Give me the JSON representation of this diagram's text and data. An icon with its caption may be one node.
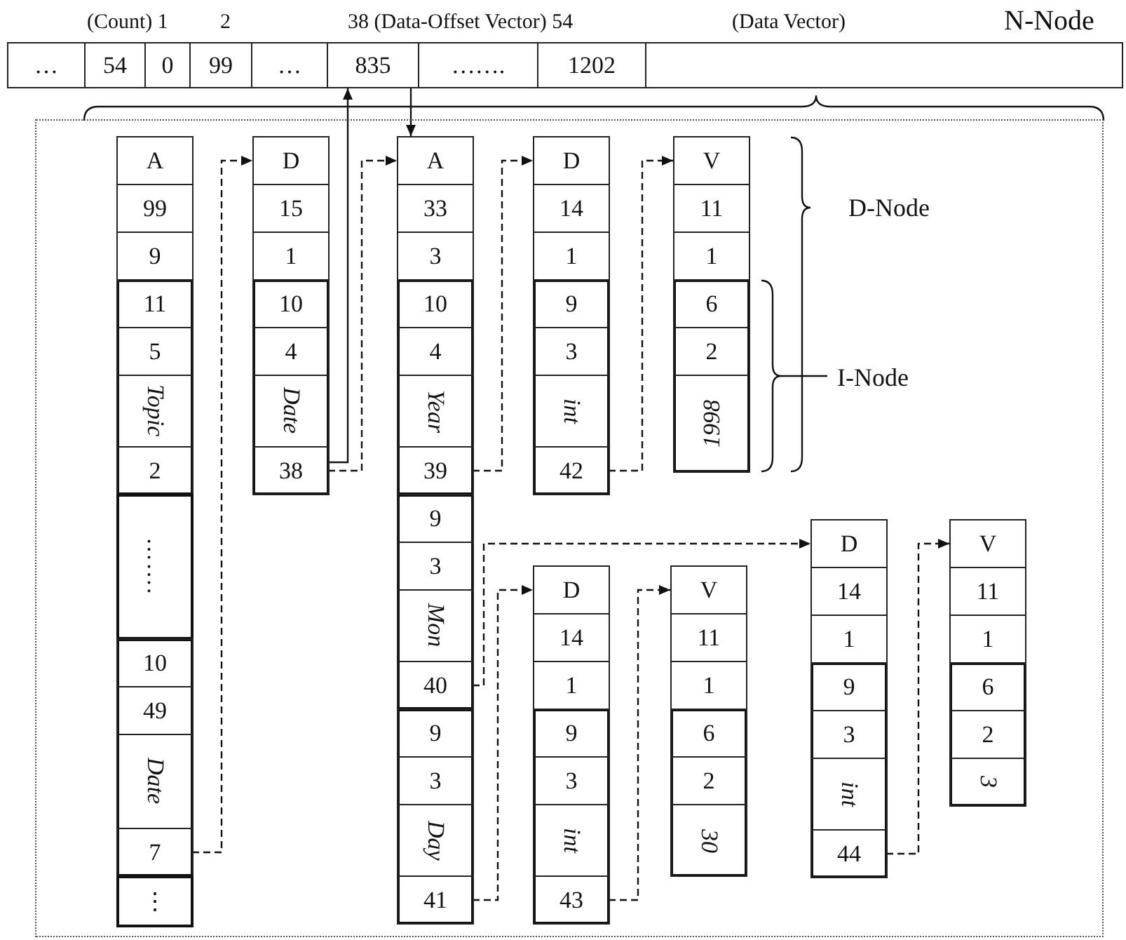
{
  "diagram": {
    "nodes": [
      {
        "text": [
          "…"
        ]
      },
      {
        "text": [
          "54"
        ]
      },
      {
        "text": [
          "0"
        ]
      },
      {
        "text": [
          "99"
        ]
      },
      {
        "text": [
          "…"
        ]
      },
      {
        "text": [
          "835"
        ]
      },
      {
        "text": [
          "……."
        ]
      },
      {
        "text": [
          "1202"
        ]
      },
      {
        "text": [],
        "shape": "box"
      },
      {
        "text": [],
        "shape": "box"
      },
      {
        "text": [
          "A"
        ],
        "in": 9
      },
      {
        "text": [
          "99"
        ],
        "in": 9
      },
      {
        "text": [
          "9"
        ],
        "in": 9
      },
      {
        "text": [],
        "shape": "box",
        "in": 9
      },
      {
        "text": [
          "11"
        ],
        "in": 13
      },
      {
        "text": [
          "5"
        ],
        "in": 13
      },
      {
        "text": [
          "Topic"
        ],
        "in": 13
      },
      {
        "text": [
          "2"
        ],
        "in": 13
      },
      {
        "text": [
          "……."
        ],
        "in": 9
      },
      {
        "text": [],
        "shape": "box",
        "in": 9
      },
      {
        "text": [
          "10"
        ],
        "in": 19
      },
      {
        "text": [
          "49"
        ],
        "in": 19
      },
      {
        "text": [
          "Date"
        ],
        "in": 19
      },
      {
        "text": [
          "7"
        ],
        "in": 19
      },
      {
        "text": [
          "⋮"
        ],
        "in": 9
      },
      {
        "text": [
          "D"
        ],
        "in": 9
      },
      {
        "text": [
          "15"
        ],
        "in": 9
      },
      {
        "text": [
          "1"
        ],
        "in": 9
      },
      {
        "text": [],
        "shape": "box",
        "in": 9
      },
      {
        "text": [
          "10"
        ],
        "in": 28
      },
      {
        "text": [
          "4"
        ],
        "in": 28
      },
      {
        "text": [
          "Date"
        ],
        "in": 28
      },
      {
        "text": [
          "38"
        ],
        "in": 28
      },
      {
        "text": [
          "A"
        ],
        "in": 9
      },
      {
        "text": [
          "33"
        ],
        "in": 9
      },
      {
        "text": [
          "3"
        ],
        "in": 9
      },
      {
        "text": [],
        "shape": "box",
        "in": 9
      },
      {
        "text": [
          "10"
        ],
        "in": 36
      },
      {
        "text": [
          "4"
        ],
        "in": 36
      },
      {
        "text": [
          "Year"
        ],
        "in": 36
      },
      {
        "text": [
          "39"
        ],
        "in": 36
      },
      {
        "text": [],
        "shape": "box",
        "in": 9
      },
      {
        "text": [
          "9"
        ],
        "in": 41
      },
      {
        "text": [
          "3"
        ],
        "in": 41
      },
      {
        "text": [
          "Mon"
        ],
        "in": 41
      },
      {
        "text": [
          "40"
        ],
        "in": 41
      },
      {
        "text": [],
        "shape": "box",
        "in": 9
      },
      {
        "text": [
          "9"
        ],
        "in": 46
      },
      {
        "text": [
          "3"
        ],
        "in": 46
      },
      {
        "text": [
          "Day"
        ],
        "in": 46
      },
      {
        "text": [
          "41"
        ],
        "in": 46
      },
      {
        "text": [
          "D"
        ],
        "in": 9
      },
      {
        "text": [
          "14"
        ],
        "in": 9
      },
      {
        "text": [
          "1"
        ],
        "in": 9
      },
      {
        "text": [],
        "shape": "box",
        "in": 9
      },
      {
        "text": [
          "9"
        ],
        "in": 54
      },
      {
        "text": [
          "3"
        ],
        "in": 54
      },
      {
        "text": [
          "int"
        ],
        "in": 54
      },
      {
        "text": [
          "42"
        ],
        "in": 54
      },
      {
        "text": [
          "V"
        ],
        "in": 9
      },
      {
        "text": [
          "11"
        ],
        "in": 9
      },
      {
        "text": [
          "1"
        ],
        "in": 9
      },
      {
        "text": [],
        "shape": "box",
        "in": 9
      },
      {
        "text": [
          "6"
        ],
        "in": 62
      },
      {
        "text": [
          "2"
        ],
        "in": 62
      },
      {
        "text": [
          "1998"
        ],
        "in": 62
      },
      {
        "text": [
          "D"
        ],
        "in": 9
      },
      {
        "text": [
          "14"
        ],
        "in": 9
      },
      {
        "text": [
          "1"
        ],
        "in": 9
      },
      {
        "text": [],
        "shape": "box",
        "in": 9
      },
      {
        "text": [
          "9"
        ],
        "in": 69
      },
      {
        "text": [
          "3"
        ],
        "in": 69
      },
      {
        "text": [
          "int"
        ],
        "in": 69
      },
      {
        "text": [
          "43"
        ],
        "in": 69
      },
      {
        "text": [
          "V"
        ],
        "in": 9
      },
      {
        "text": [
          "11"
        ],
        "in": 9
      },
      {
        "text": [
          "1"
        ],
        "in": 9
      },
      {
        "text": [],
        "shape": "box",
        "in": 9
      },
      {
        "text": [
          "6"
        ],
        "in": 77
      },
      {
        "text": [
          "2"
        ],
        "in": 77
      },
      {
        "text": [
          "30"
        ],
        "in": 77
      },
      {
        "text": [
          "D"
        ],
        "in": 9
      },
      {
        "text": [
          "14"
        ],
        "in": 9
      },
      {
        "text": [
          "1"
        ],
        "in": 9
      },
      {
        "text": [],
        "shape": "box",
        "in": 9
      },
      {
        "text": [
          "9"
        ],
        "in": 84
      },
      {
        "text": [
          "3"
        ],
        "in": 84
      },
      {
        "text": [
          "int"
        ],
        "in": 84
      },
      {
        "text": [
          "44"
        ],
        "in": 84
      },
      {
        "text": [
          "V"
        ],
        "in": 9
      },
      {
        "text": [
          "11"
        ],
        "in": 9
      },
      {
        "text": [
          "1"
        ],
        "in": 9
      },
      {
        "text": [],
        "shape": "box",
        "in": 9
      },
      {
        "text": [
          "6"
        ],
        "in": 92
      },
      {
        "text": [
          "2"
        ],
        "in": 92
      },
      {
        "text": [
          "3"
        ],
        "in": 92
      }
    ],
    "edges": [
      {
        "from": 23,
        "to": 25,
        "arrow": "to",
        "style": "dashed"
      },
      {
        "from": 32,
        "to": 33,
        "arrow": "to",
        "style": "dashed"
      },
      {
        "from": 32,
        "to": 5,
        "arrow": "to"
      },
      {
        "from": 5,
        "to": 33,
        "arrow": "to"
      },
      {
        "from": 40,
        "to": 51,
        "arrow": "to",
        "style": "dashed"
      },
      {
        "from": 58,
        "to": 59,
        "arrow": "to",
        "style": "dashed"
      },
      {
        "from": 45,
        "to": 81,
        "arrow": "to",
        "style": "dashed"
      },
      {
        "from": 50,
        "to": 66,
        "arrow": "to",
        "style": "dashed"
      },
      {
        "from": 73,
        "to": 74,
        "arrow": "to",
        "style": "dashed"
      },
      {
        "from": 88,
        "to": 89,
        "arrow": "to",
        "style": "dashed"
      }
    ],
    "labels": [
      "(Count) 1",
      "2",
      "38 (Data-Offset Vector) 54",
      "(Data Vector)",
      "N-Node",
      "D-Node",
      "I-Node"
    ]
  }
}
